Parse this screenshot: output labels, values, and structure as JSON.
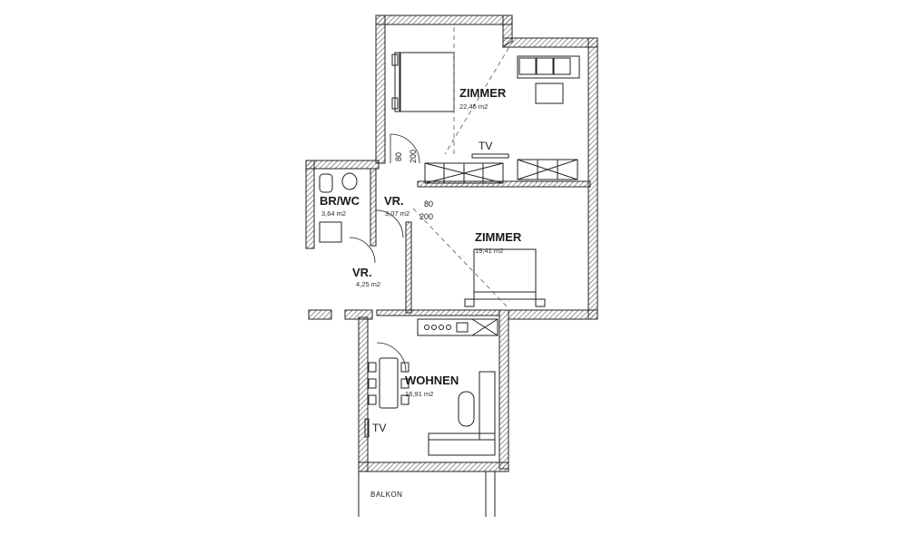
{
  "rooms": {
    "zimmer1": {
      "name": "ZIMMER",
      "area": "22,45 m2"
    },
    "zimmer2": {
      "name": "ZIMMER",
      "area": "19,41 m2"
    },
    "brwc": {
      "name": "BR/WC",
      "area": "3,64 m2"
    },
    "vr1": {
      "name": "VR.",
      "area": "3,07 m2"
    },
    "vr2": {
      "name": "VR.",
      "area": "4,25 m2"
    },
    "wohnen": {
      "name": "WOHNEN",
      "area": "16,91 m2"
    },
    "balkon": {
      "name": "BALKON"
    }
  },
  "door_dims": {
    "d1_width": "80",
    "d1_height": "200",
    "d2_width": "80",
    "d2_height": "200"
  },
  "labels": {
    "tv": "TV"
  }
}
